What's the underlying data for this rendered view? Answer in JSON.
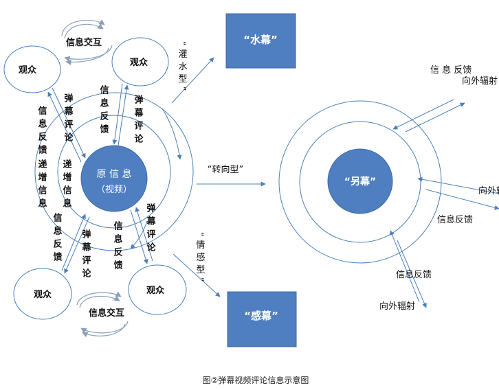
{
  "nodes": {
    "viewer_tl": "观众",
    "viewer_tr": "观众",
    "viewer_bl": "观众",
    "viewer_br": "观众",
    "center_left_l1": "原 信 息",
    "center_left_l2": "（视频）",
    "center_right": "“另幕”",
    "box_top": "“水幕”",
    "box_bottom": "“感幕”"
  },
  "labels": {
    "info_exchange_top": "信息交互",
    "info_exchange_bottom": "信息交互",
    "danmu_comment": "弹幕评论",
    "info_feedback": "信息反馈",
    "incremental_info": "递增信息",
    "guanshui_type": "“灌水型”",
    "zhuanxiang_type": "“转向型”",
    "qinggan_type": "“情感型”",
    "feedback_right_top": "信 息 反馈",
    "outward_radiation": "向外辐射",
    "feedback_right_mid": "信息反馈",
    "feedback_right_bottom": "信息反馈"
  },
  "caption": "图②弹幕视频评论信息示意图"
}
